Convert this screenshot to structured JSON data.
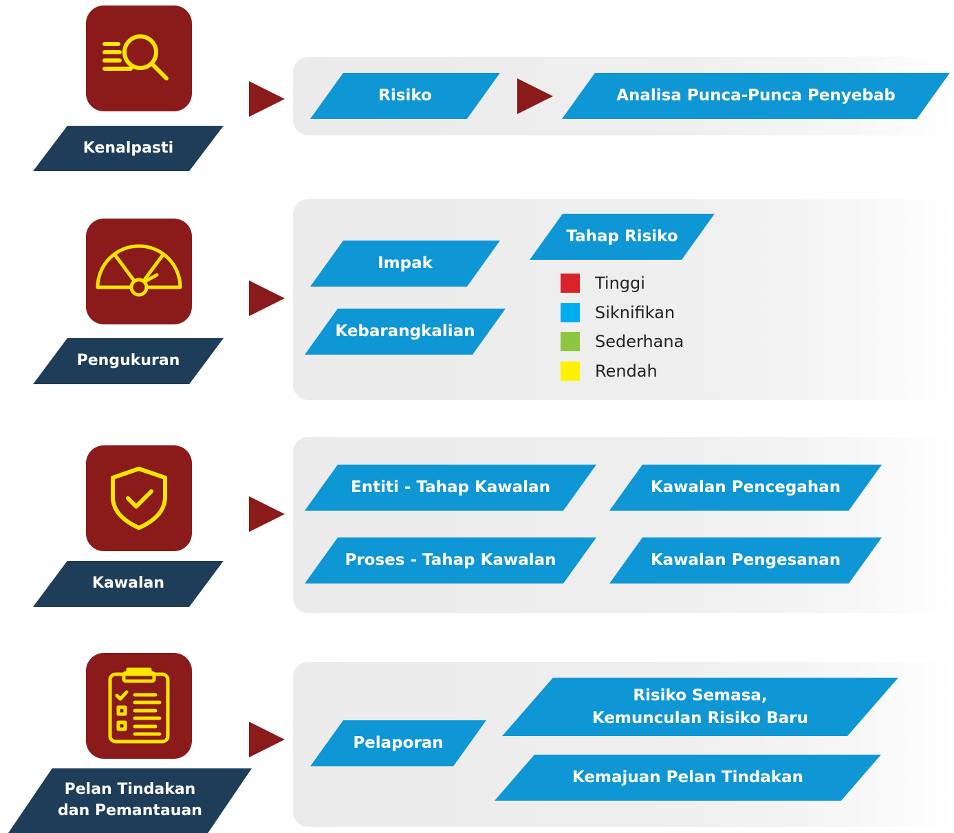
{
  "steps": [
    {
      "title": "Kenalpasti",
      "icon": "search-magnifier-icon",
      "items": [
        "Risiko",
        "Analisa Punca-Punca Penyebab"
      ]
    },
    {
      "title": "Pengukuran",
      "icon": "gauge-meter-icon",
      "items": [
        "Impak",
        "Kebarangkalian"
      ],
      "risk_level": {
        "heading": "Tahap Risiko",
        "levels": [
          {
            "label": "Tinggi",
            "color": "#d9222a"
          },
          {
            "label": "Siknifikan",
            "color": "#00aeef"
          },
          {
            "label": "Sederhana",
            "color": "#8dc63f"
          },
          {
            "label": "Rendah",
            "color": "#fff200"
          }
        ]
      }
    },
    {
      "title": "Kawalan",
      "icon": "shield-check-icon",
      "items": [
        "Entiti - Tahap Kawalan",
        "Kawalan Pencegahan",
        "Proses - Tahap Kawalan",
        "Kawalan Pengesanan"
      ]
    },
    {
      "title_line1": "Pelan Tindakan",
      "title_line2": "dan Pemantauan",
      "icon": "clipboard-checklist-icon",
      "items": [
        "Pelaporan",
        "Kemajuan Pelan Tindakan"
      ],
      "current_risk_line1": "Risiko Semasa,",
      "current_risk_line2": "Kemunculan Risiko Baru"
    }
  ],
  "colors": {
    "tile": "#8b1a1a",
    "icon_stroke": "#ffe600",
    "navy_label": "#1e3d59",
    "blue_label": "#0f96d4",
    "arrow": "#8b1a1a",
    "panel": "#ececec"
  }
}
